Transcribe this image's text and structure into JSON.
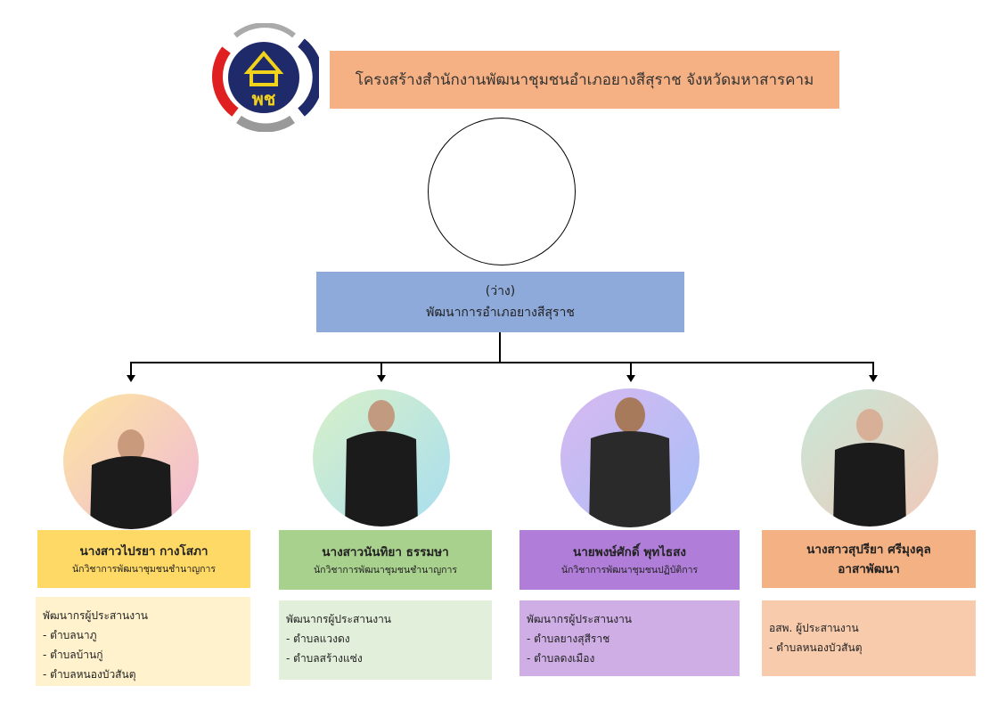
{
  "header": {
    "title": "โครงสร้างสำนักงานพัฒนาชุมชนอำเภอยางสีสุราช จังหวัดมหาสารคาม",
    "logo_text": "พช"
  },
  "head": {
    "name": "(ว่าง)",
    "position": "พัฒนาการอำเภอยางสีสุราช"
  },
  "staff": [
    {
      "name": "นางสาวไปรยา กางโสภา",
      "position": "นักวิชาการพัฒนาชุมชนชำนาญการ",
      "duty_title": "พัฒนากรผู้ประสานงาน",
      "duties": [
        "- ตำบลนาภู",
        "- ตำบลบ้านกู่",
        "- ตำบลหนองบัวสันตุ"
      ],
      "name_color": "#ffd966",
      "detail_color": "#fff2cc"
    },
    {
      "name": "นางสาวนันทิยา ธรรมษา",
      "position": "นักวิชาการพัฒนาชุมชนชำนาญการ",
      "duty_title": "พัฒนากรผู้ประสานงาน",
      "duties": [
        "- ตำบลแวงดง",
        "- ตำบลสร้างแซ่ง"
      ],
      "name_color": "#a9d18e",
      "detail_color": "#e2efda"
    },
    {
      "name": "นายพงษ์ศักดิ์ พุทไธสง",
      "position": "นักวิชาการพัฒนาชุมชนปฏิบัติการ",
      "duty_title": "พัฒนากรผู้ประสานงาน",
      "duties": [
        "- ตำบลยางสุสีราช",
        "- ตำบลดงเมือง"
      ],
      "name_color": "#b07ed9",
      "detail_color": "#cfaee6"
    },
    {
      "name": "นางสาวสุปรียา ศรีมุงคุล",
      "position": "อาสาพัฒนา",
      "duty_title": "อสพ. ผู้ประสานงาน",
      "duties": [
        "- ตำบลหนองบัวสันตุ"
      ],
      "name_color": "#f4b183",
      "detail_color": "#f8cbad"
    }
  ]
}
